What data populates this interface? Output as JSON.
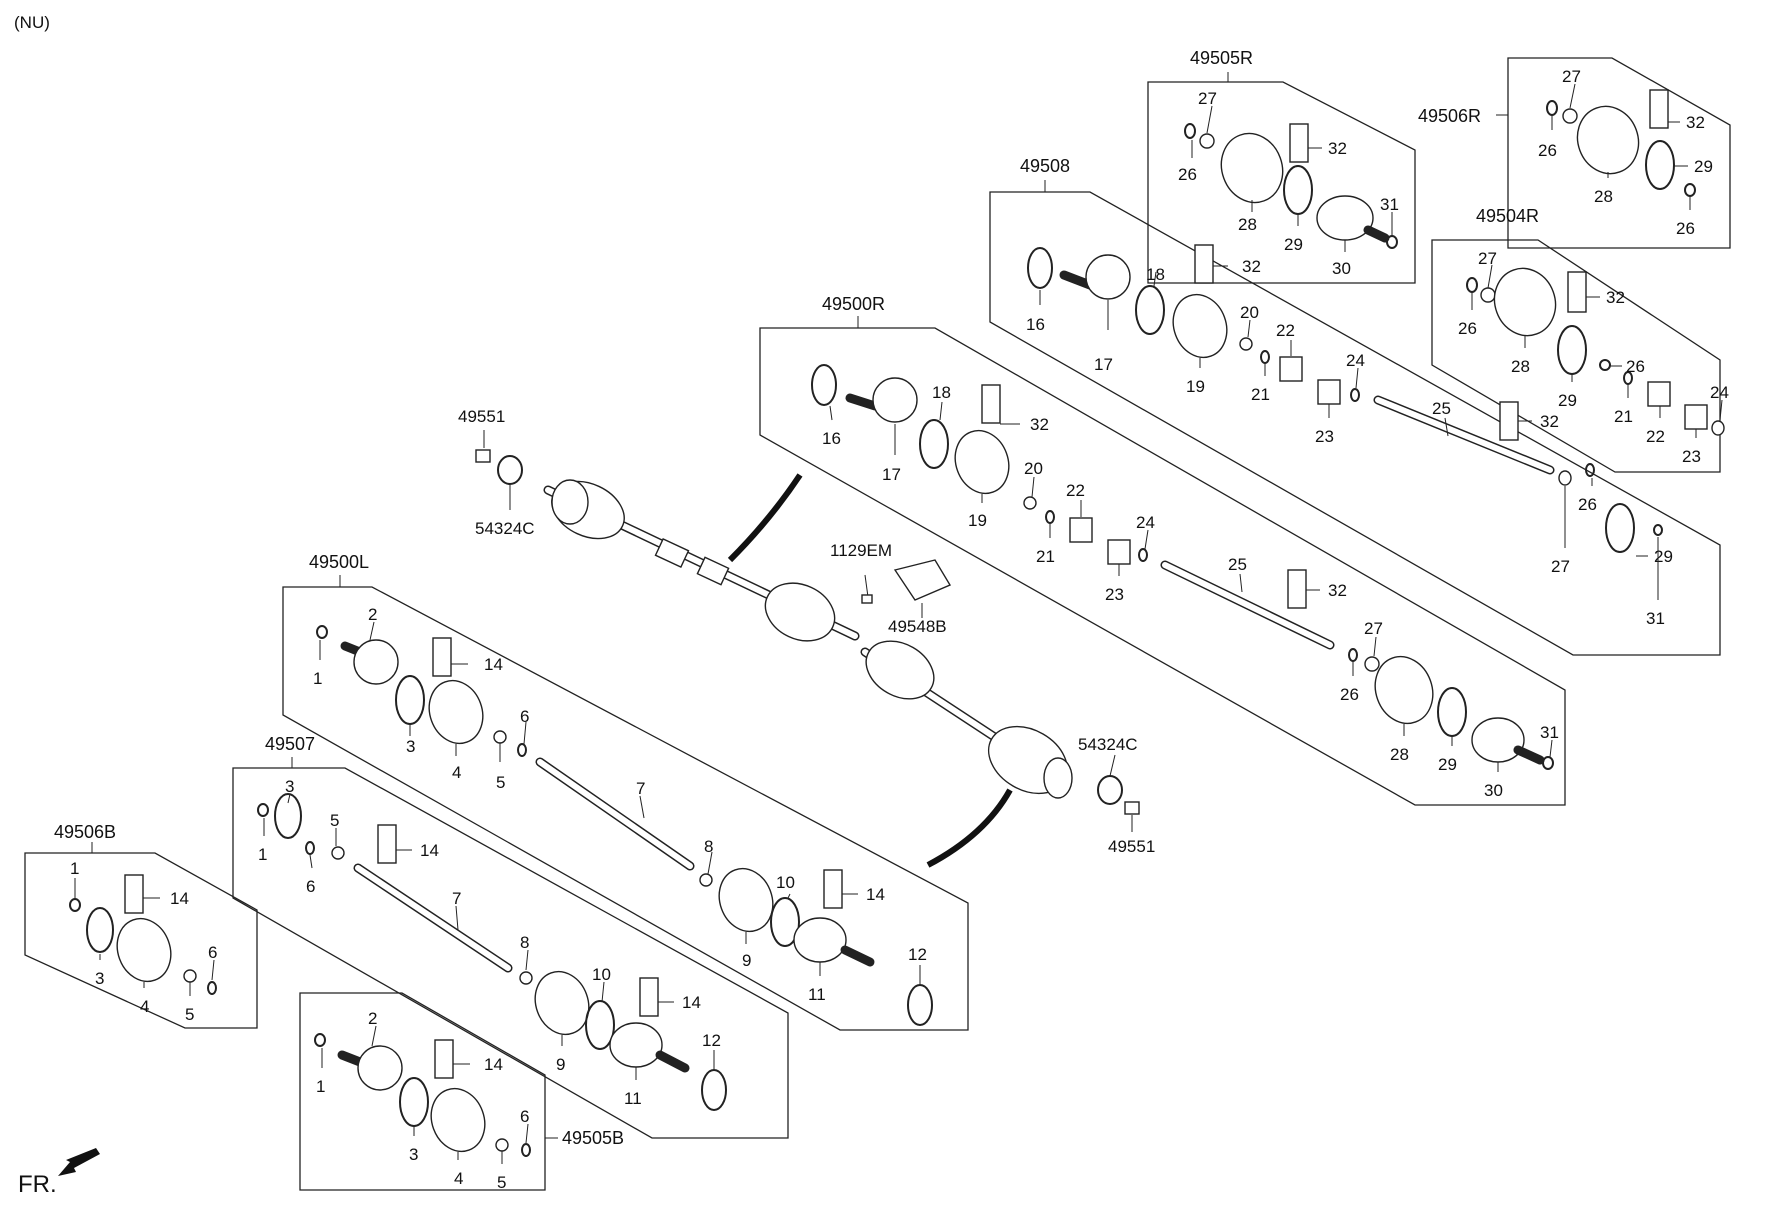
{
  "header": {
    "model_code": "(NU)"
  },
  "footer": {
    "front_label": "FR."
  },
  "assemblies": {
    "asm_49505R": {
      "code": "49505R"
    },
    "asm_49506R": {
      "code": "49506R"
    },
    "asm_49508": {
      "code": "49508"
    },
    "asm_49504R": {
      "code": "49504R"
    },
    "asm_49500R": {
      "code": "49500R"
    },
    "asm_49500L": {
      "code": "49500L"
    },
    "asm_49507": {
      "code": "49507"
    },
    "asm_49506B": {
      "code": "49506B"
    },
    "asm_49505B": {
      "code": "49505B"
    }
  },
  "loose_parts": {
    "nut_top": "49551",
    "seal_top": "54324C",
    "bolt": "1129EM",
    "bracket": "49548B",
    "seal_bottom": "54324C",
    "nut_bottom": "49551"
  },
  "labels": {
    "p1": "1",
    "p2": "2",
    "p3": "3",
    "p4": "4",
    "p5": "5",
    "p6": "6",
    "p7": "7",
    "p8": "8",
    "p9": "9",
    "p10": "10",
    "p11": "11",
    "p12": "12",
    "p14": "14",
    "p16": "16",
    "p17": "17",
    "p18": "18",
    "p19": "19",
    "p20": "20",
    "p21": "21",
    "p22": "22",
    "p23": "23",
    "p24": "24",
    "p25": "25",
    "p26": "26",
    "p27": "27",
    "p28": "28",
    "p29": "29",
    "p30": "30",
    "p31": "31",
    "p32": "32"
  }
}
